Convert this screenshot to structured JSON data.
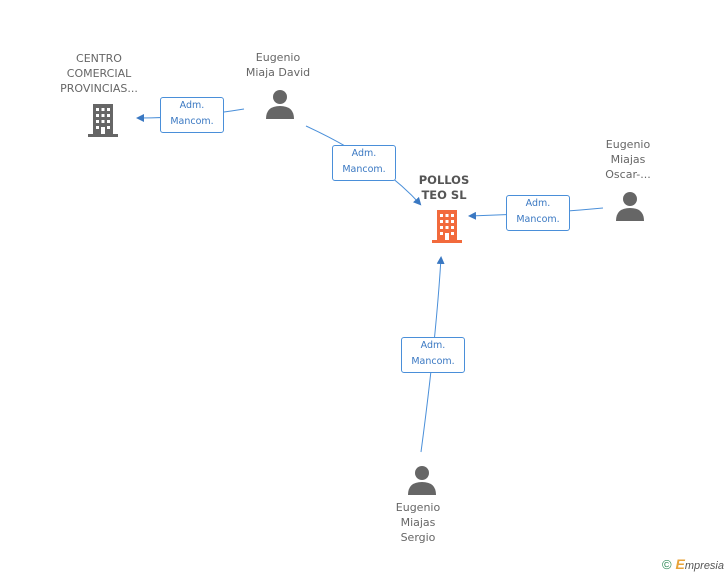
{
  "nodes": {
    "centro": {
      "lines": [
        "CENTRO",
        "COMERCIAL",
        "PROVINCIAS..."
      ]
    },
    "david": {
      "lines": [
        "Eugenio",
        "Miaja David"
      ]
    },
    "pollos": {
      "lines": [
        "POLLOS",
        "TEO SL"
      ]
    },
    "oscar": {
      "lines": [
        "Eugenio",
        "Miajas",
        "Oscar-..."
      ]
    },
    "sergio": {
      "lines": [
        "Eugenio",
        "Miajas",
        "Sergio"
      ]
    }
  },
  "relations": [
    {
      "lines": [
        "Adm.",
        "Mancom."
      ]
    },
    {
      "lines": [
        "Adm.",
        "Mancom."
      ]
    },
    {
      "lines": [
        "Adm.",
        "Mancom."
      ]
    },
    {
      "lines": [
        "Adm.",
        "Mancom."
      ]
    }
  ],
  "colors": {
    "edge": "#3a78c2",
    "company_center": "#f26a3c",
    "company_other": "#666666",
    "person": "#666666"
  },
  "icons": {
    "company": "building-icon",
    "person": "person-icon"
  },
  "footer": {
    "copyright": "©",
    "brand_initial": "E",
    "brand_rest": "mpresia"
  }
}
